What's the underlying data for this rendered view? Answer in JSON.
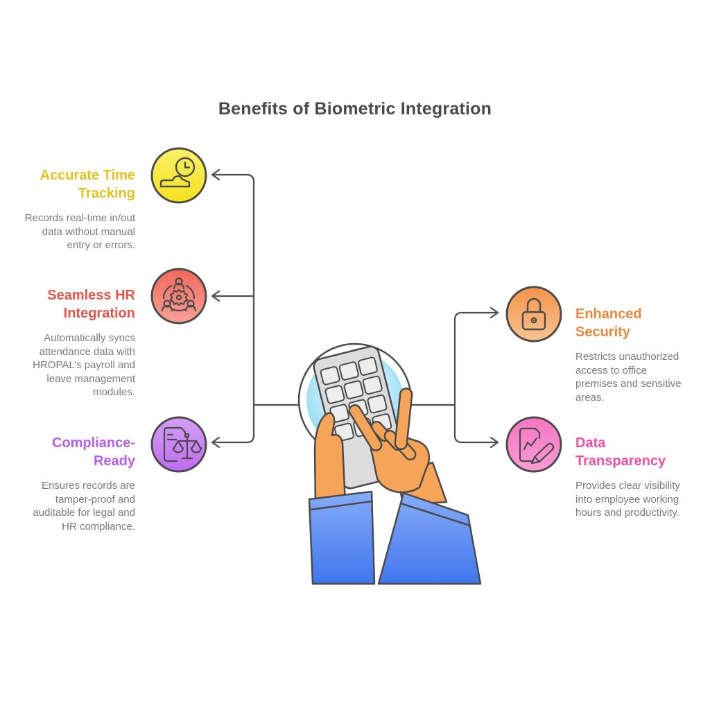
{
  "title": "Benefits of Biometric Integration",
  "colors": {
    "title_text": "#4A4A4A",
    "body_text": "#7A7A7A",
    "connector": "#4D4D4D",
    "outline": "#4A4A4A"
  },
  "center": {
    "label": "hands typing on biometric keypad",
    "skin": "#F6A457",
    "device": "#DCDCDC",
    "keys": "#EDEDED",
    "sleeve": {
      "top": "#85ACF8",
      "bottom": "#4176EE"
    },
    "halo": {
      "top": "#EAF8FE",
      "bottom": "#86D8F2"
    }
  },
  "items": [
    {
      "id": "accurate-time-tracking",
      "side": "left",
      "icon": "hand-clock-icon",
      "heading": "Accurate Time\nTracking",
      "description": "Records real-time in/out\ndata without manual\nentry or errors.",
      "heading_color": "#E2C31C",
      "circle": {
        "top": "#FAF069",
        "bottom": "#F5E11F"
      }
    },
    {
      "id": "seamless-hr-integration",
      "side": "left",
      "icon": "team-gear-icon",
      "heading": "Seamless HR\nIntegration",
      "description": "Automatically syncs\nattendance data with\nHROPAL’s payroll and\nleave management\nmodules.",
      "heading_color": "#E8534A",
      "circle": {
        "top": "#F1685D",
        "bottom": "#F9A096"
      }
    },
    {
      "id": "compliance-ready",
      "side": "left",
      "icon": "document-scales-icon",
      "heading": "Compliance-\nReady",
      "description": "Ensures records are\ntamper-proof and\nauditable for legal and\nHR compliance.",
      "heading_color": "#B75FE9",
      "circle": {
        "top": "#D49FF5",
        "bottom": "#BF6CEF"
      }
    },
    {
      "id": "enhanced-security",
      "side": "right",
      "icon": "padlock-icon",
      "heading": "Enhanced\nSecurity",
      "description": "Restricts unauthorized\naccess to office\npremises and sensitive\nareas.",
      "heading_color": "#E8883A",
      "circle": {
        "top": "#F3944A",
        "bottom": "#F8C392"
      }
    },
    {
      "id": "data-transparency",
      "side": "right",
      "icon": "document-chart-pencil-icon",
      "heading": "Data\nTransparency",
      "description": "Provides clear visibility\ninto employee working\nhours and productivity.",
      "heading_color": "#F0509F",
      "circle": {
        "top": "#F776C3",
        "bottom": "#FA9CD3"
      }
    }
  ]
}
